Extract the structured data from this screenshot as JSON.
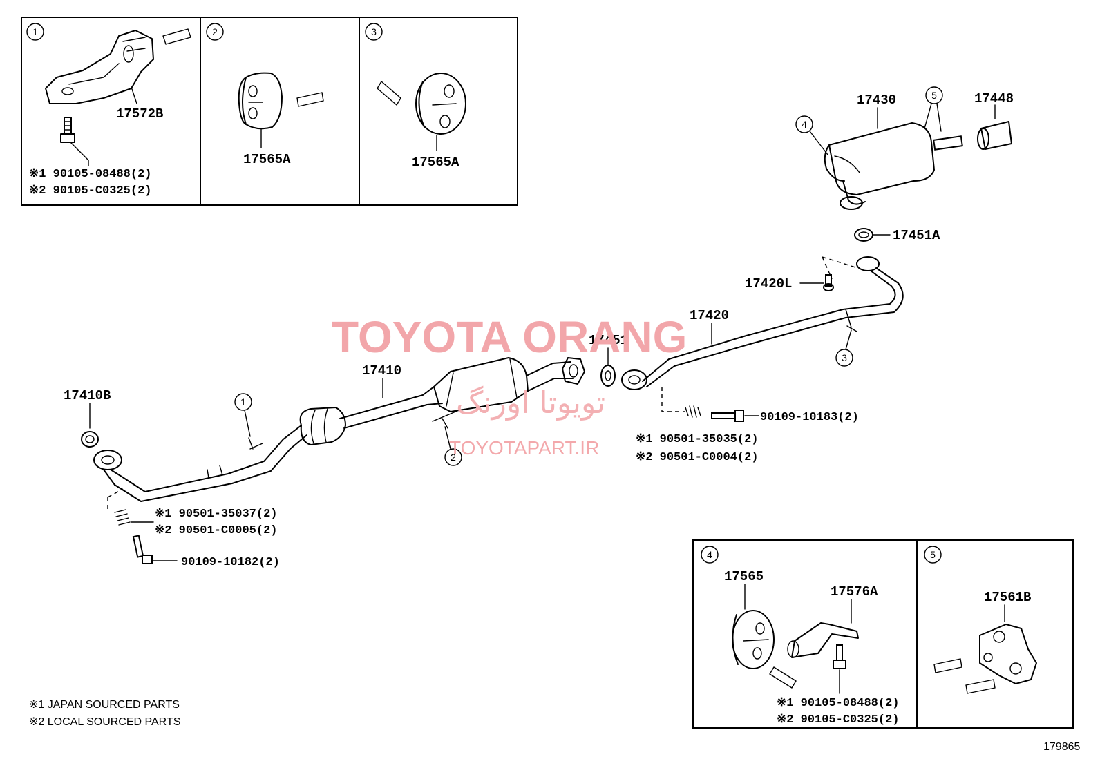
{
  "callouts": {
    "c1": "1",
    "c2": "2",
    "c3": "3",
    "c4": "4",
    "c5": "5"
  },
  "panels": {
    "p1": {
      "part": "17572B",
      "bolt1": "※1 90105-08488(2)",
      "bolt2": "※2 90105-C0325(2)"
    },
    "p2": {
      "part": "17565A"
    },
    "p3": {
      "part": "17565A"
    },
    "p4": {
      "part_a": "17565",
      "part_b": "17576A",
      "bolt1": "※1 90105-08488(2)",
      "bolt2": "※2 90105-C0325(2)"
    },
    "p5": {
      "part": "17561B"
    }
  },
  "parts": {
    "muffler": "17430",
    "tail_tip": "17448",
    "gasket_a": "17451A",
    "clamp": "17420L",
    "tail_pipe": "17420",
    "gasket": "17451",
    "center_pipe": "17410",
    "front_gasket": "17410B",
    "spring_rear_1": "※1 90501-35035(2)",
    "spring_rear_2": "※2 90501-C0004(2)",
    "bolt_rear": "90109-10183(2)",
    "spring_front_1": "※1 90501-35037(2)",
    "spring_front_2": "※2 90501-C0005(2)",
    "bolt_front": "90109-10182(2)"
  },
  "notes": {
    "note1": "※1 JAPAN SOURCED PARTS",
    "note2": "※2 LOCAL SOURCED PARTS"
  },
  "watermark": {
    "brand": "TOYOTA ORANG",
    "brand_fa": "تویوتا اورنگ",
    "site": "TOYOTAPART.IR"
  },
  "diagram_code": "179865"
}
